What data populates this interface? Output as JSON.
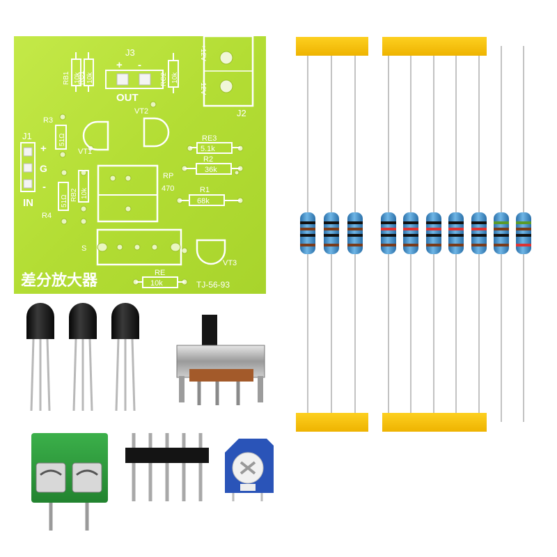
{
  "board": {
    "title_cn": "差分放大器",
    "model": "TJ-56-93",
    "labels": {
      "j3": "J3",
      "out": "OUT",
      "plus": "+",
      "minus": "-",
      "j2": "J2",
      "supply_pos": "+12V",
      "supply_neg": "-12V",
      "j1": "J1",
      "in": "IN",
      "in_plus": "+",
      "in_g": "G",
      "in_minus": "-",
      "vt1": "VT1",
      "vt2": "VT2",
      "vt3": "VT3",
      "r1": "R1",
      "r1_val": "68k",
      "r2": "R2",
      "r2_val": "36k",
      "r3": "R3",
      "r3_val": "51Ω",
      "r4": "R4",
      "r4_val": "51Ω",
      "re": "RE",
      "re_val": "10k",
      "re3": "RE3",
      "re3_val": "5.1k",
      "rb1": "RB1",
      "rb1_val": "10k",
      "rc1": "RC1",
      "rc1_val": "10k",
      "rc2": "RC2",
      "rc2_val": "10k",
      "rb2": "RB2",
      "rb2_val": "10k",
      "rp": "RP",
      "rp_val": "470",
      "s": "S"
    }
  },
  "colors": {
    "pcb": "#b9e23a",
    "silkscreen": "#ffffff",
    "terminal_green": "#2e9e3c",
    "tape_yellow": "#f7c000",
    "resistor_blue": "#3d8fc9",
    "transistor_black": "#1a1a1a",
    "pot_blue": "#2a54b8"
  },
  "components": {
    "transistor_count": 3,
    "resistor_count": 10
  }
}
